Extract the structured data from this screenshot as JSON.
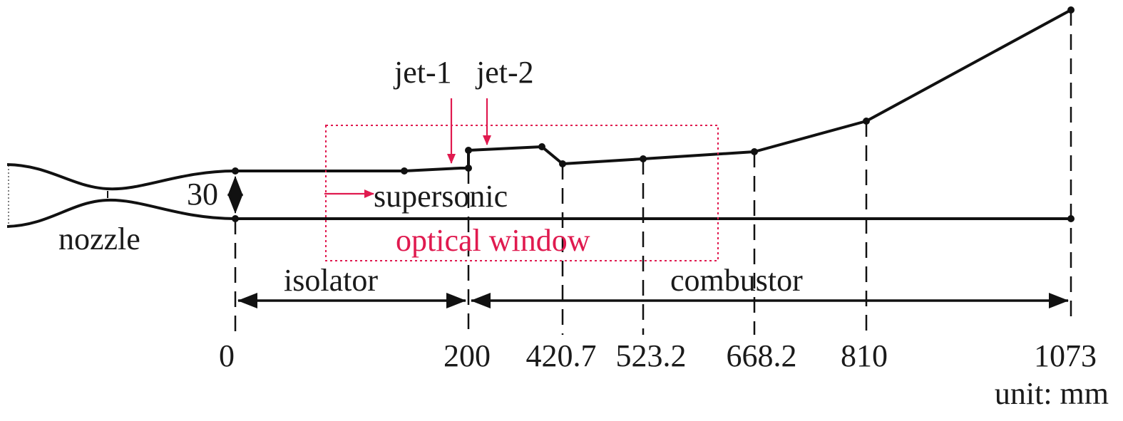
{
  "labels": {
    "jet1": "jet-1",
    "jet2": "jet-2",
    "supersonic": "supersonic",
    "dimension_30": "30",
    "nozzle": "nozzle",
    "optical_window": "optical window",
    "isolator": "isolator",
    "combustor": "combustor",
    "unit": "unit: mm"
  },
  "stations": [
    "0",
    "200",
    "420.7",
    "523.2",
    "668.2",
    "810",
    "1073"
  ],
  "colors": {
    "line": "#111111",
    "accent_red": "#e01a4f"
  }
}
